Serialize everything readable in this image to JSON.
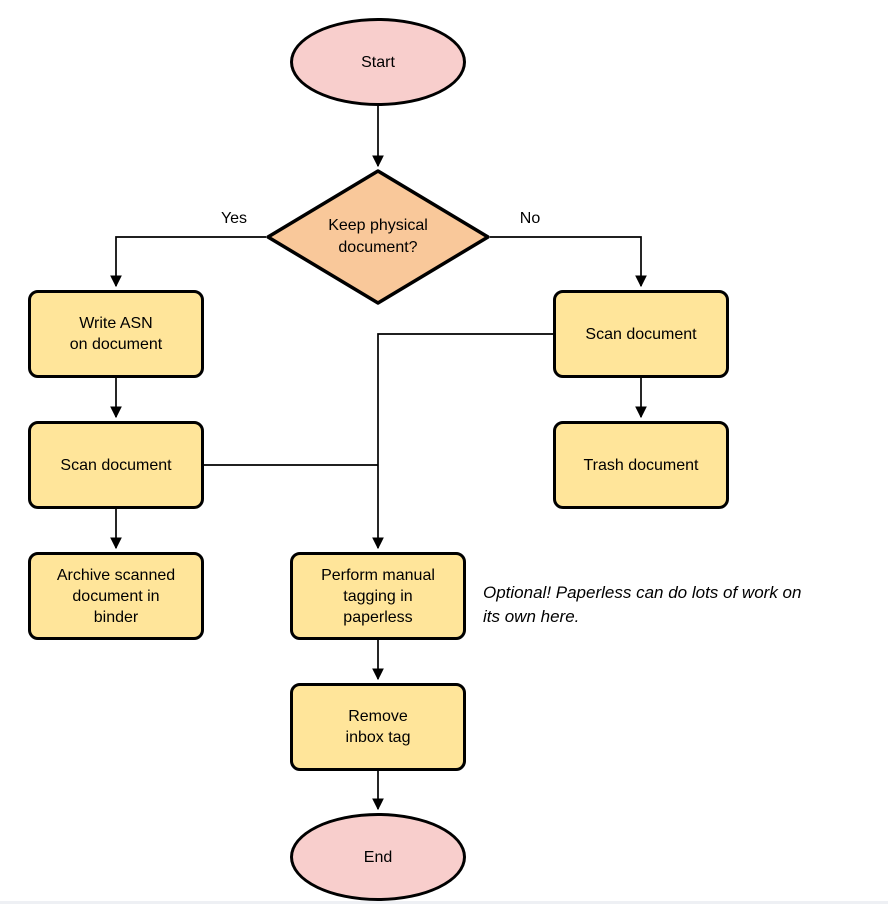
{
  "diagram": {
    "type": "flowchart",
    "nodes": {
      "start": {
        "label": "Start",
        "shape": "terminator"
      },
      "decision": {
        "label": "Keep physical\ndocument?",
        "shape": "decision"
      },
      "write_asn": {
        "label": "Write ASN\non document",
        "shape": "process"
      },
      "scan_left": {
        "label": "Scan document",
        "shape": "process"
      },
      "archive": {
        "label": "Archive scanned\ndocument in\nbinder",
        "shape": "process"
      },
      "scan_right": {
        "label": "Scan document",
        "shape": "process"
      },
      "trash": {
        "label": "Trash document",
        "shape": "process"
      },
      "tagging": {
        "label": "Perform manual\ntagging in\npaperless",
        "shape": "process"
      },
      "remove_inbox": {
        "label": "Remove\ninbox tag",
        "shape": "process"
      },
      "end": {
        "label": "End",
        "shape": "terminator"
      }
    },
    "edge_labels": {
      "yes": "Yes",
      "no": "No"
    },
    "edges": [
      {
        "from": "start",
        "to": "decision",
        "label": ""
      },
      {
        "from": "decision",
        "to": "write_asn",
        "label": "Yes"
      },
      {
        "from": "decision",
        "to": "scan_right",
        "label": "No"
      },
      {
        "from": "write_asn",
        "to": "scan_left",
        "label": ""
      },
      {
        "from": "scan_left",
        "to": "archive",
        "label": ""
      },
      {
        "from": "scan_right",
        "to": "trash",
        "label": ""
      },
      {
        "from": "scan_right",
        "to": "tagging",
        "label": ""
      },
      {
        "from": "scan_left",
        "to": "tagging",
        "label": ""
      },
      {
        "from": "tagging",
        "to": "remove_inbox",
        "label": ""
      },
      {
        "from": "remove_inbox",
        "to": "end",
        "label": ""
      }
    ],
    "note": "Optional! Paperless can do lots of work on\nits own here.",
    "colors": {
      "terminator_fill": "#f8cecc",
      "decision_fill": "#f9c89a",
      "process_fill": "#ffe59a",
      "stroke": "#000000"
    }
  }
}
